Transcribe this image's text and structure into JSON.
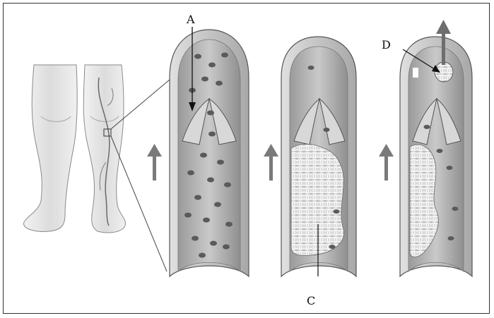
{
  "labels": {
    "a": "A",
    "b": "C",
    "c": "D"
  },
  "figure": {
    "panels": [
      "leg-view",
      "vein-normal-valve",
      "vein-with-clot",
      "vein-clot-embolus"
    ],
    "colors": {
      "vessel_wall": "#bfbfbf",
      "vessel_inner": "#8c8c8c",
      "blood_cell": "#5a5a5a",
      "clot": "#e8e8e8",
      "arrow": "#7a7a7a",
      "skin": "#e6e6e6"
    }
  }
}
